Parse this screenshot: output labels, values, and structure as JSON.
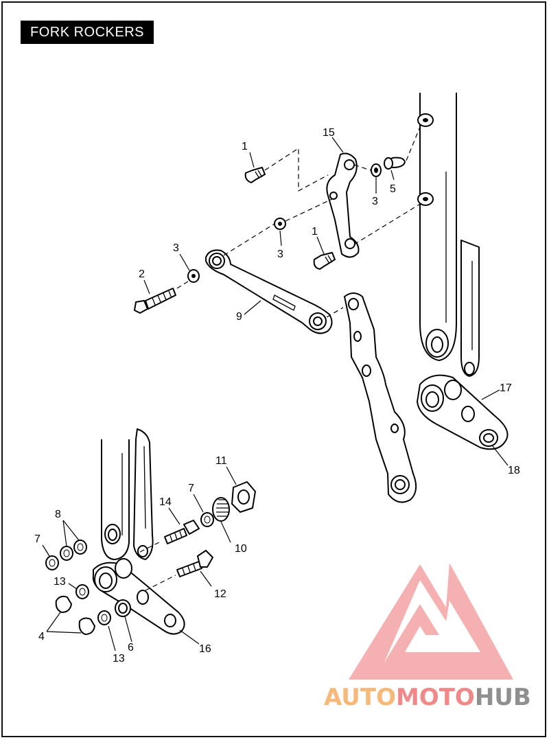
{
  "title": "FORK ROCKERS",
  "callouts": [
    {
      "id": "c1a",
      "label": "1"
    },
    {
      "id": "c15",
      "label": "15"
    },
    {
      "id": "c3a",
      "label": "3"
    },
    {
      "id": "c5",
      "label": "5"
    },
    {
      "id": "c3b",
      "label": "3"
    },
    {
      "id": "c1b",
      "label": "1"
    },
    {
      "id": "c3c",
      "label": "3"
    },
    {
      "id": "c2",
      "label": "2"
    },
    {
      "id": "c9",
      "label": "9"
    },
    {
      "id": "c17",
      "label": "17"
    },
    {
      "id": "c18",
      "label": "18"
    },
    {
      "id": "c11",
      "label": "11"
    },
    {
      "id": "c7a",
      "label": "7"
    },
    {
      "id": "c14",
      "label": "14"
    },
    {
      "id": "c8",
      "label": "8"
    },
    {
      "id": "c7b",
      "label": "7"
    },
    {
      "id": "c10",
      "label": "10"
    },
    {
      "id": "c13a",
      "label": "13"
    },
    {
      "id": "c12",
      "label": "12"
    },
    {
      "id": "c4",
      "label": "4"
    },
    {
      "id": "c6",
      "label": "6"
    },
    {
      "id": "c16",
      "label": "16"
    },
    {
      "id": "c13b",
      "label": "13"
    }
  ],
  "watermark": {
    "part1": "AUTO",
    "part2": "MOTO",
    "part3": "HUB",
    "color1": "#f6b97a",
    "color2": "#f08a8a",
    "color3": "#8f8f8f",
    "logo_color": "#f3a3a3"
  }
}
